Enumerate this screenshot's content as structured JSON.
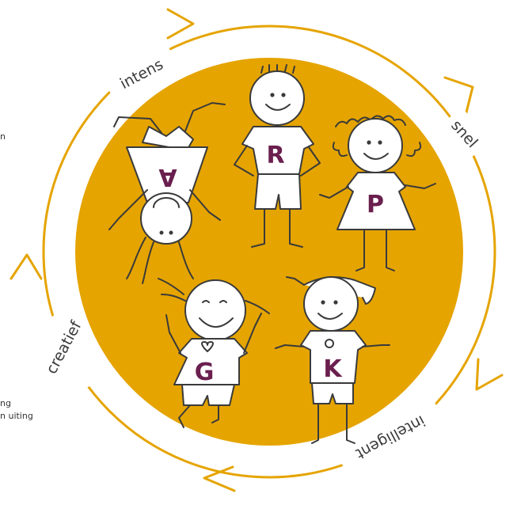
{
  "colors": {
    "disc": "#e5a400",
    "ring": "#e5a400",
    "letter": "#6a1f4e",
    "ink": "#3a3a3a"
  },
  "ring_words": {
    "top": "intens",
    "right": "snel",
    "bottom": "intelligent",
    "left": "creatief"
  },
  "children": [
    {
      "letter": "A"
    },
    {
      "letter": "R"
    },
    {
      "letter": "P"
    },
    {
      "letter": "G"
    },
    {
      "letter": "K"
    }
  ],
  "side_fragments": {
    "top_left": "n",
    "bottom_left_line1": "ng",
    "bottom_left_line2": "n uiting"
  }
}
